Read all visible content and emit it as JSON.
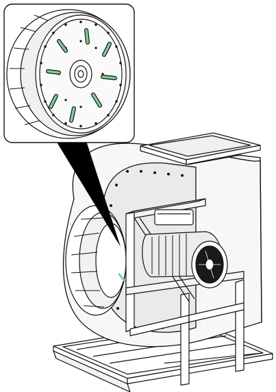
{
  "figure": {
    "subject": "centrifugal-fan-assembly",
    "callout": {
      "type": "magnified-detail",
      "shows": "impeller-backplate-with-balancing-slots"
    },
    "colors": {
      "line": "#111111",
      "fill": "#ffffff",
      "shade": "#e6e6e6",
      "highlight": "#7fcf9a",
      "callout_pointer": "#000000"
    },
    "highlighted_slot_count": 8
  }
}
